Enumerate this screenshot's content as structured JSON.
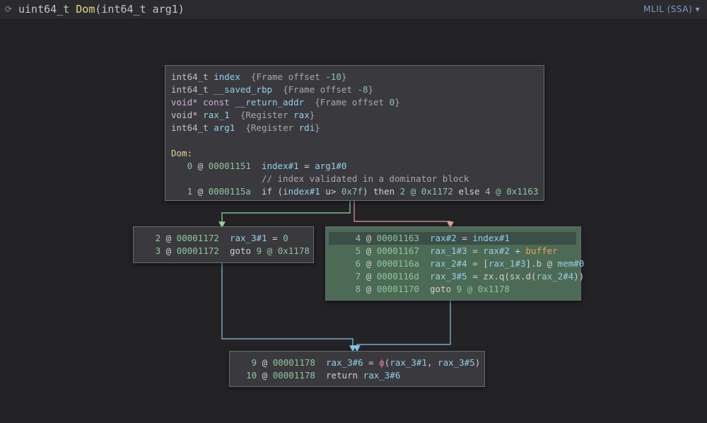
{
  "header": {
    "refresh_icon": "refresh-icon",
    "title_ret": "uint64_t",
    "title_name": "Dom",
    "title_params": "(int64_t arg1)",
    "ilevel": "MLIL (SSA) ▾"
  },
  "colors": {
    "true_edge": "#8fd99a",
    "false_edge": "#e49a9a",
    "uncond_edge": "#7ec8e3"
  },
  "entry_block": {
    "vars": [
      {
        "type": "int64_t",
        "name": "index",
        "note": "{Frame offset ",
        "val": "-10",
        "end": "}"
      },
      {
        "type": "int64_t",
        "name": "__saved_rbp",
        "note": "{Frame offset ",
        "val": "-8",
        "end": "}"
      },
      {
        "type": "void* const",
        "name": "__return_addr",
        "note": "{Frame offset ",
        "val": "0",
        "end": "}"
      },
      {
        "type": "void*",
        "name": "rax_1",
        "note": "{Register ",
        "val": "rax",
        "end": "}"
      },
      {
        "type": "int64_t",
        "name": "arg1",
        "note": "{Register ",
        "val": "rdi",
        "end": "}"
      }
    ],
    "label": "Dom:",
    "lines": [
      {
        "idx": "0",
        "addr": "00001151",
        "text_a": "index#1",
        "text_b": " = ",
        "text_c": "arg1#0"
      },
      {
        "comment": "// index validated in a dominator block"
      },
      {
        "idx": "1",
        "addr": "0000115a",
        "text_a": "if (",
        "text_b": "index#1",
        "text_c": " u> ",
        "text_d": "0x7f",
        "text_e": ") then ",
        "text_f": "2 @ 0x1172",
        "text_g": " else ",
        "text_h": "4 @ 0x1163"
      }
    ]
  },
  "left_block": {
    "lines": [
      {
        "idx": "2",
        "addr": "00001172",
        "a": "rax_3#1",
        "b": " = ",
        "c": "0"
      },
      {
        "idx": "3",
        "addr": "00001172",
        "a": "goto ",
        "b": "9 @ 0x1178",
        "c": ""
      }
    ]
  },
  "right_block": {
    "lines": [
      {
        "idx": "4",
        "addr": "00001163",
        "a": "rax#2",
        "b": " = ",
        "c": "index#1",
        "d": "",
        "e": ""
      },
      {
        "idx": "5",
        "addr": "00001167",
        "a": "rax_1#3",
        "b": " = ",
        "c": "rax#2",
        "d": " + ",
        "e": "buffer"
      },
      {
        "idx": "6",
        "addr": "0000116a",
        "a": "rax_2#4",
        "b": " = [",
        "c": "rax_1#3",
        "d": "].b @ ",
        "e": "mem#0"
      },
      {
        "idx": "7",
        "addr": "0000116d",
        "a": "rax_3#5",
        "b": " = zx.q(sx.d(",
        "c": "rax_2#4",
        "d": "))",
        "e": ""
      },
      {
        "idx": "8",
        "addr": "00001170",
        "a": "goto ",
        "b": "9 @ 0x1178",
        "c": "",
        "d": "",
        "e": ""
      }
    ]
  },
  "exit_block": {
    "lines": [
      {
        "idx": "9",
        "addr": "00001178",
        "a": "rax_3#6",
        "b": " = ",
        "phi": "ϕ",
        "c": "(",
        "d": "rax_3#1",
        "e": ", ",
        "f": "rax_3#5",
        "g": ")"
      },
      {
        "idx": "10",
        "addr": "00001178",
        "a": "return ",
        "b": "rax_3#6"
      }
    ]
  }
}
